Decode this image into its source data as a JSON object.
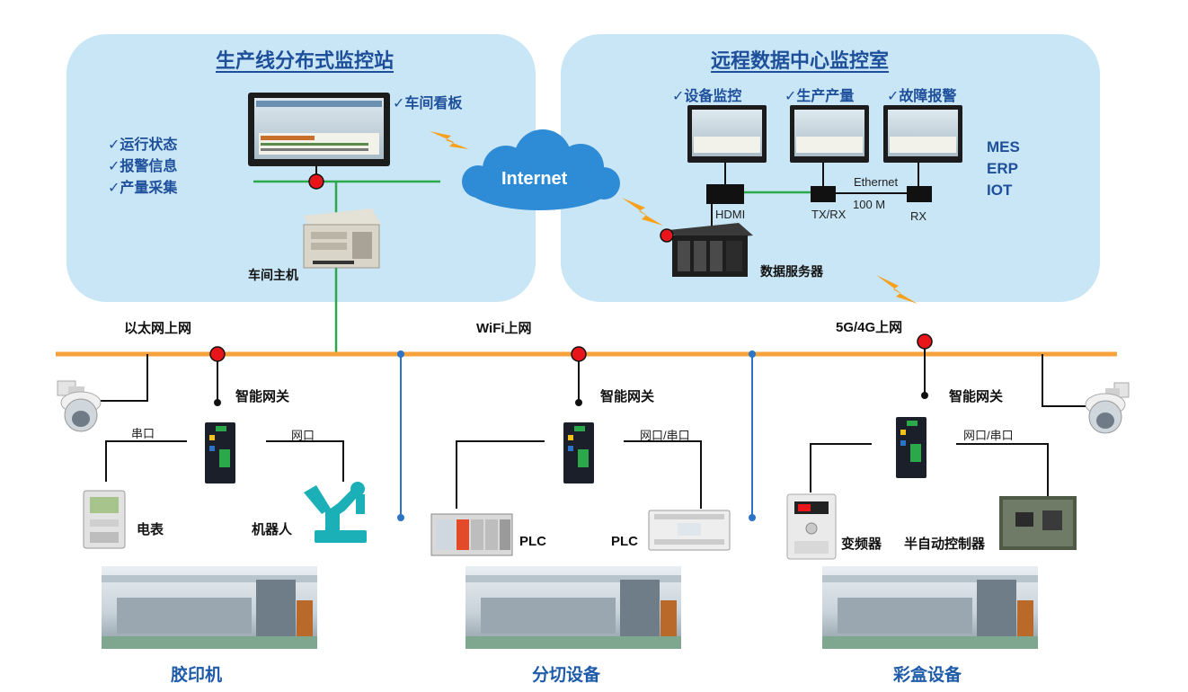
{
  "colors": {
    "panel_fill": "#c9e6f6",
    "ethernet_bus": "#f7a23b",
    "green_link": "#2aa84a",
    "blue_link": "#2b74c7",
    "node_red": "#e8161b",
    "title_blue": "#1e4f9a",
    "cloud_blue": "#2e8bd6",
    "lightning": "#f7a01c"
  },
  "panels": {
    "local": {
      "title": "生产线分布式监控站",
      "checklist": [
        "✓运行状态",
        "✓报警信息",
        "✓产量采集"
      ],
      "monitor_label": "✓车间看板",
      "host_label": "车间主机"
    },
    "remote": {
      "title": "远程数据中心监控室",
      "monitors": [
        "✓设备监控",
        "✓生产产量",
        "✓故障报警"
      ],
      "systems": [
        "MES",
        "ERP",
        "IOT"
      ],
      "converters": [
        "HDMI",
        "TX/RX",
        "RX"
      ],
      "ethernet_label": "Ethernet",
      "speed_label": "100 M",
      "server_label": "数据服务器"
    }
  },
  "cloud": {
    "label": "Internet"
  },
  "uplinks": {
    "ethernet": "以太网上网",
    "wifi": "WiFi上网",
    "cellular": "5G/4G上网"
  },
  "sections": [
    {
      "gateway": "智能网关",
      "left_port": "串口",
      "right_port": "网口",
      "left_device": "电表",
      "right_device": "机器人",
      "line_name": "胶印机",
      "camera_icon": "dome-camera-icon"
    },
    {
      "gateway": "智能网关",
      "right_port": "网口/串口",
      "left_device": "PLC",
      "right_device": "PLC",
      "line_name": "分切设备"
    },
    {
      "gateway": "智能网关",
      "right_port": "网口/串口",
      "left_device": "变频器",
      "right_device": "半自动控制器",
      "line_name": "彩盒设备",
      "camera_icon": "dome-camera-icon"
    }
  ]
}
